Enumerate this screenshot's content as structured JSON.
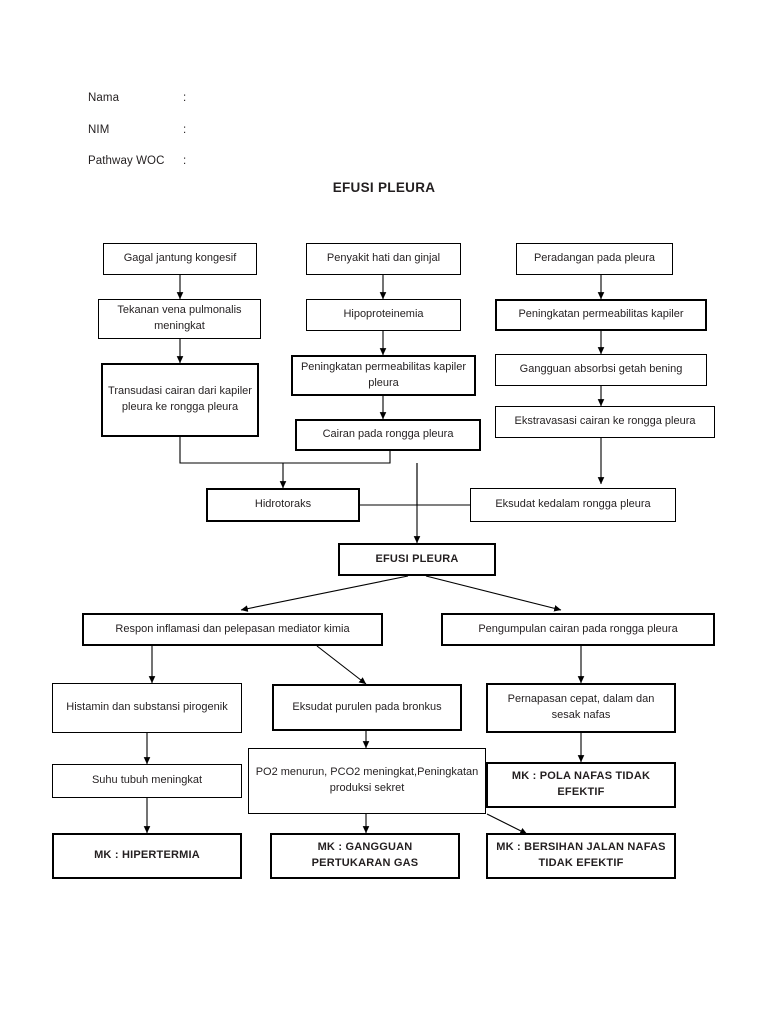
{
  "header": {
    "fields": [
      {
        "label": "Nama",
        "colon": ":",
        "value": ""
      },
      {
        "label": "NIM",
        "colon": ":",
        "value": ""
      },
      {
        "label": "Pathway WOC",
        "colon": ":",
        "value": ""
      }
    ]
  },
  "diagram": {
    "title": "EFUSI PLEURA",
    "type": "flowchart",
    "nodes": [
      {
        "id": "gagal_jantung",
        "label": "Gagal jantung kongesif",
        "bold": false
      },
      {
        "id": "penyakit_hati",
        "label": "Penyakit hati dan ginjal",
        "bold": false
      },
      {
        "id": "peradangan",
        "label": "Peradangan pada pleura",
        "bold": false
      },
      {
        "id": "tekanan_vena",
        "label": "Tekanan vena pulmonalis meningkat",
        "bold": false
      },
      {
        "id": "hipoproteinemia",
        "label": "Hipoproteinemia",
        "bold": false
      },
      {
        "id": "permeabilitas_kap",
        "label": "Peningkatan permeabilitas kapiler",
        "bold": false
      },
      {
        "id": "transudasi",
        "label": "Transudasi cairan dari kapiler pleura ke rongga pleura",
        "bold": false
      },
      {
        "id": "permeabilitas_pleura",
        "label": "Peningkatan permeabilitas kapiler pleura",
        "bold": false
      },
      {
        "id": "gangguan_absorbsi",
        "label": "Gangguan absorbsi getah bening",
        "bold": false
      },
      {
        "id": "cairan_rongga",
        "label": "Cairan pada rongga pleura",
        "bold": false
      },
      {
        "id": "ekstravasasi",
        "label": "Ekstravasasi cairan ke rongga pleura",
        "bold": false
      },
      {
        "id": "hidrotoraks",
        "label": "Hidrotoraks",
        "bold": false
      },
      {
        "id": "eksudat_kedalam",
        "label": "Eksudat kedalam rongga pleura",
        "bold": false
      },
      {
        "id": "efusi_pleura",
        "label": "EFUSI PLEURA",
        "bold": true
      },
      {
        "id": "respon_inflamasi",
        "label": "Respon inflamasi dan pelepasan mediator kimia",
        "bold": false
      },
      {
        "id": "pengumpulan",
        "label": "Pengumpulan cairan pada rongga pleura",
        "bold": false
      },
      {
        "id": "histamin",
        "label": "Histamin dan substansi pirogenik",
        "bold": false
      },
      {
        "id": "eksudat_purulen",
        "label": "Eksudat purulen pada bronkus",
        "bold": false
      },
      {
        "id": "pernapasan",
        "label": "Pernapasan cepat, dalam dan sesak nafas",
        "bold": false
      },
      {
        "id": "suhu_tubuh",
        "label": "Suhu tubuh meningkat",
        "bold": false
      },
      {
        "id": "po2_pco2",
        "label": "PO2 menurun, PCO2 meningkat,Peningkatan produksi sekret",
        "bold": false
      },
      {
        "id": "mk_pola_nafas",
        "label": "MK : POLA NAFAS TIDAK EFEKTIF",
        "bold": true
      },
      {
        "id": "mk_hipertermia",
        "label": "MK : HIPERTERMIA",
        "bold": true
      },
      {
        "id": "mk_pertukaran_gas",
        "label": "MK : GANGGUAN PERTUKARAN GAS",
        "bold": true
      },
      {
        "id": "mk_bersihan",
        "label": "MK : BERSIHAN JALAN NAFAS TIDAK EFEKTIF",
        "bold": true
      }
    ]
  }
}
